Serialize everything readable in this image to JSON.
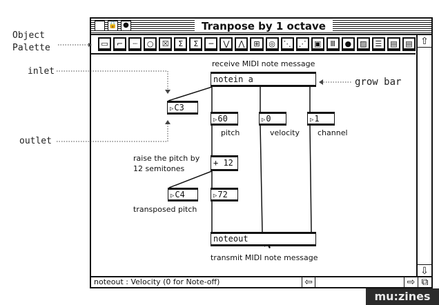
{
  "window": {
    "title": "Tranpose by 1 octave"
  },
  "annotations": {
    "palette": [
      "Object",
      "Palette"
    ],
    "inlet": "inlet",
    "outlet": "outlet",
    "grow_bar": "grow bar"
  },
  "palette_icons": [
    "message-box",
    "comment-box",
    "inactive-comment",
    "button",
    "toggle",
    "number-box",
    "float-box",
    "slider",
    "hslider",
    "dial",
    "uslider",
    "table",
    "keyboard",
    "knob",
    "led",
    "menu",
    "preset",
    "patcher",
    "bpatcher",
    "panel",
    "text-box"
  ],
  "patch": {
    "notein_comment": "receive MIDI note message",
    "notein": "notein a",
    "c3": "C3",
    "pitch_val": "60",
    "velocity_val": "0",
    "channel_val": "1",
    "pitch_label": "pitch",
    "velocity_label": "velocity",
    "channel_label": "channel",
    "raise_comment": [
      "raise the pitch by",
      "12 semitones"
    ],
    "plus": "+ 12",
    "c4": "C4",
    "transposed_val": "72",
    "transposed_label": "transposed pitch",
    "noteout": "noteout",
    "noteout_comment": "transmit MIDI note message"
  },
  "status": "noteout : Velocity (0 for Note-off)",
  "logo": "mu:zines"
}
